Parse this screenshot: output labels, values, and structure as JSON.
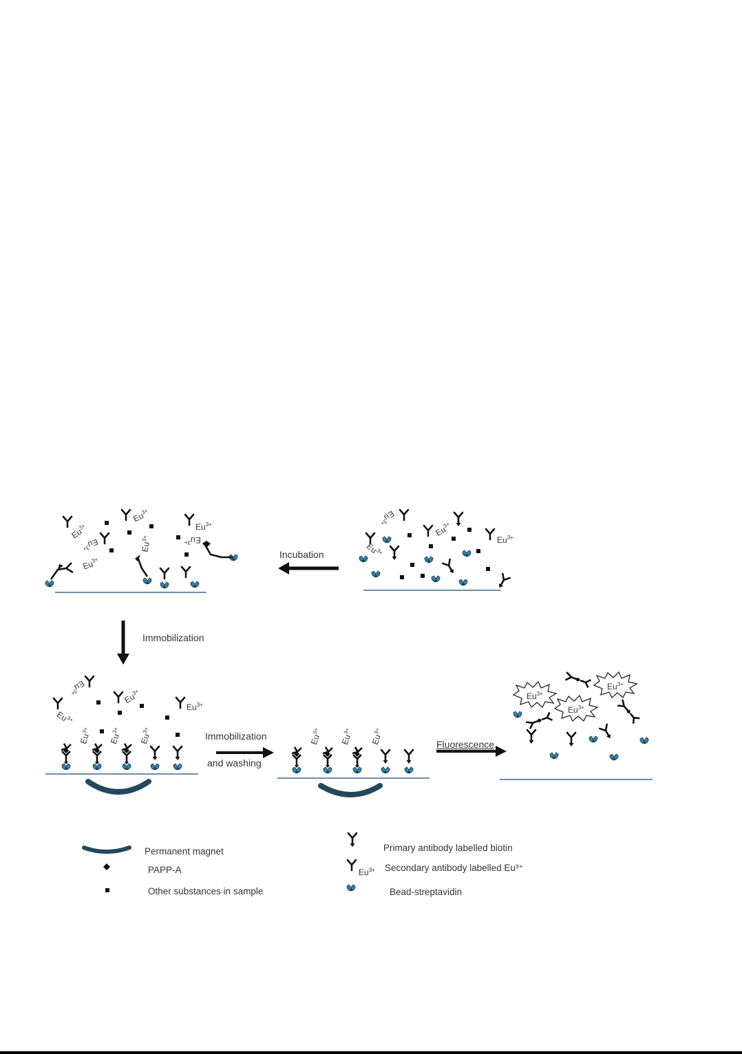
{
  "labels": {
    "incubation": "Incubation",
    "immobilization_vertical": "Immobilization",
    "immobilization_washing_line1": "Immobilization",
    "immobilization_washing_line2": "and washing",
    "fluorescence": "Fluorescence"
  },
  "eu_label": "Eu",
  "eu_charge": "3+",
  "legend": {
    "magnet": "Permanent magnet",
    "pappa": "PAPP-A",
    "other": "Other substances in sample",
    "primary": "Primary antibody labelled biotin",
    "secondary": "Secondary antibody labelled Eu³⁺",
    "bead": "Bead-streptavidin"
  },
  "colors": {
    "bead": "#3d7ea0",
    "magnet": "#23475b",
    "surface": "#6e8fa6",
    "ink": "#111111"
  }
}
